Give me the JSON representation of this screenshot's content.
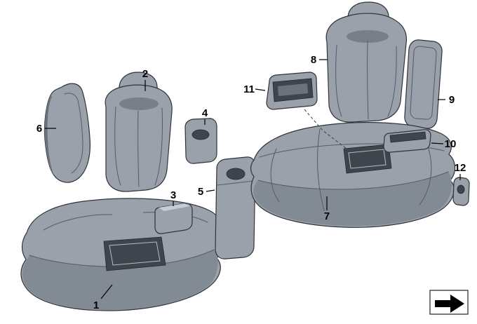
{
  "colors": {
    "background": "#ffffff",
    "part_base": "#9aa1ab",
    "part_light": "#c7ccd3",
    "part_shadow": "#828a94",
    "part_dark": "#6b727c",
    "recess": "#3f454d",
    "outline": "#2f343b",
    "callout_text": "#000000"
  },
  "callouts": [
    {
      "label": "1"
    },
    {
      "label": "2"
    },
    {
      "label": "3"
    },
    {
      "label": "4"
    },
    {
      "label": "5"
    },
    {
      "label": "6"
    },
    {
      "label": "7"
    },
    {
      "label": "8"
    },
    {
      "label": "9"
    },
    {
      "label": "10"
    },
    {
      "label": "11"
    },
    {
      "label": "12"
    }
  ],
  "corner_icon": {
    "name": "direction-arrow-icon"
  }
}
